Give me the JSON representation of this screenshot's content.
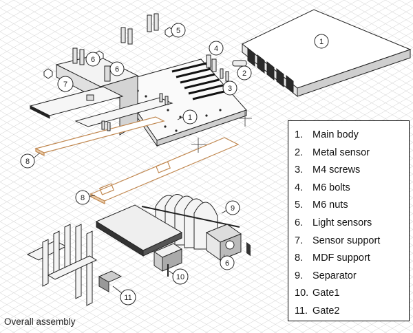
{
  "caption": "Overall assembly",
  "legend": [
    {
      "num": "1.",
      "label": "Main body"
    },
    {
      "num": "2.",
      "label": "Metal sensor"
    },
    {
      "num": "3.",
      "label": "M4 screws"
    },
    {
      "num": "4.",
      "label": "M6 bolts"
    },
    {
      "num": "5.",
      "label": "M6 nuts"
    },
    {
      "num": "6.",
      "label": "Light sensors"
    },
    {
      "num": "7.",
      "label": "Sensor support"
    },
    {
      "num": "8.",
      "label": "MDF support"
    },
    {
      "num": "9.",
      "label": "Separator"
    },
    {
      "num": "10.",
      "label": "Gate1"
    },
    {
      "num": "11.",
      "label": "Gate2"
    }
  ],
  "callouts": {
    "main_body_a": "1",
    "main_body_b": "1",
    "metal_sensor": "2",
    "m4_screws": "3",
    "m6_bolts": "4",
    "m6_nuts": "5",
    "light_sensor_a": "6",
    "light_sensor_b": "6",
    "light_sensor_c": "6",
    "sensor_support": "7",
    "mdf_support_a": "8",
    "mdf_support_b": "8",
    "separator": "9",
    "gate1": "10",
    "gate2": "11"
  },
  "colors": {
    "grid": "#d6d6d6",
    "ink": "#222222",
    "mdf": "#c0874f"
  }
}
